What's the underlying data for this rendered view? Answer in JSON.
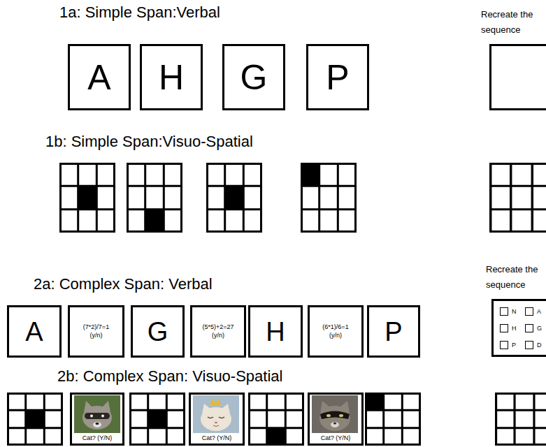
{
  "diagram": {
    "nodes": [
      {
        "text": [
          "A"
        ]
      },
      {
        "text": [
          "H"
        ]
      },
      {
        "text": [
          "G"
        ]
      },
      {
        "text": [
          "P"
        ]
      },
      {
        "text": [
          "Recreate the sequence"
        ]
      },
      {
        "text": [
          "A"
        ]
      },
      {
        "text": [
          "(7*2)/7=1 (y/n)"
        ]
      },
      {
        "text": [
          "G"
        ]
      },
      {
        "text": [
          "(5*5)+2=27 (y/n)"
        ]
      },
      {
        "text": [
          "H"
        ]
      },
      {
        "text": [
          "(6*1)/6=1 (y/n)"
        ]
      },
      {
        "text": [
          "P"
        ]
      },
      {
        "text": [
          "Recreate the sequence",
          "N",
          "A",
          "H",
          "G",
          "P",
          "D"
        ]
      },
      {
        "text": [
          "Cat? (Y/N)"
        ]
      },
      {
        "text": [
          "Cat? (Y/N)"
        ]
      },
      {
        "text": [
          "Cat? (Y/N)"
        ]
      }
    ],
    "labels": [
      "1a: Simple Span:Verbal",
      "1b: Simple Span:Visuo-Spatial",
      "2a: Complex Span: Verbal",
      "2b: Complex Span: Visuo-Spatial"
    ]
  }
}
